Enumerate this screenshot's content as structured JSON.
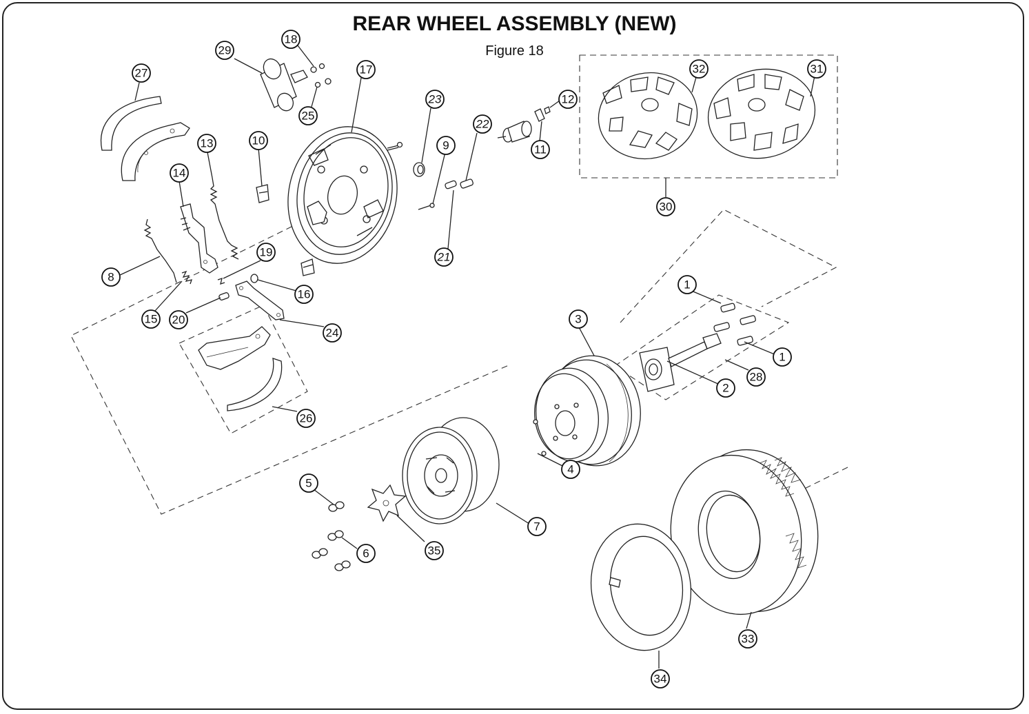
{
  "header": {
    "title": "REAR WHEEL ASSEMBLY (NEW)",
    "subtitle": "Figure 18"
  },
  "callouts": [
    {
      "id": "c1a",
      "label": "1"
    },
    {
      "id": "c1b",
      "label": "1"
    },
    {
      "id": "c2",
      "label": "2"
    },
    {
      "id": "c3",
      "label": "3"
    },
    {
      "id": "c4",
      "label": "4"
    },
    {
      "id": "c5",
      "label": "5"
    },
    {
      "id": "c6",
      "label": "6"
    },
    {
      "id": "c7",
      "label": "7"
    },
    {
      "id": "c8",
      "label": "8"
    },
    {
      "id": "c9",
      "label": "9"
    },
    {
      "id": "c10",
      "label": "10"
    },
    {
      "id": "c11",
      "label": "11"
    },
    {
      "id": "c12",
      "label": "12"
    },
    {
      "id": "c13",
      "label": "13"
    },
    {
      "id": "c14",
      "label": "14"
    },
    {
      "id": "c15",
      "label": "15"
    },
    {
      "id": "c16",
      "label": "16"
    },
    {
      "id": "c17",
      "label": "17"
    },
    {
      "id": "c18",
      "label": "18"
    },
    {
      "id": "c19",
      "label": "19"
    },
    {
      "id": "c20",
      "label": "20"
    },
    {
      "id": "c21",
      "label": "21"
    },
    {
      "id": "c22",
      "label": "22"
    },
    {
      "id": "c23",
      "label": "23"
    },
    {
      "id": "c24",
      "label": "24"
    },
    {
      "id": "c25",
      "label": "25"
    },
    {
      "id": "c26",
      "label": "26"
    },
    {
      "id": "c27",
      "label": "27"
    },
    {
      "id": "c28",
      "label": "28"
    },
    {
      "id": "c29",
      "label": "29"
    },
    {
      "id": "c30",
      "label": "30"
    },
    {
      "id": "c31",
      "label": "31"
    },
    {
      "id": "c32",
      "label": "32"
    },
    {
      "id": "c33",
      "label": "33"
    },
    {
      "id": "c34",
      "label": "34"
    },
    {
      "id": "c35",
      "label": "35"
    }
  ]
}
